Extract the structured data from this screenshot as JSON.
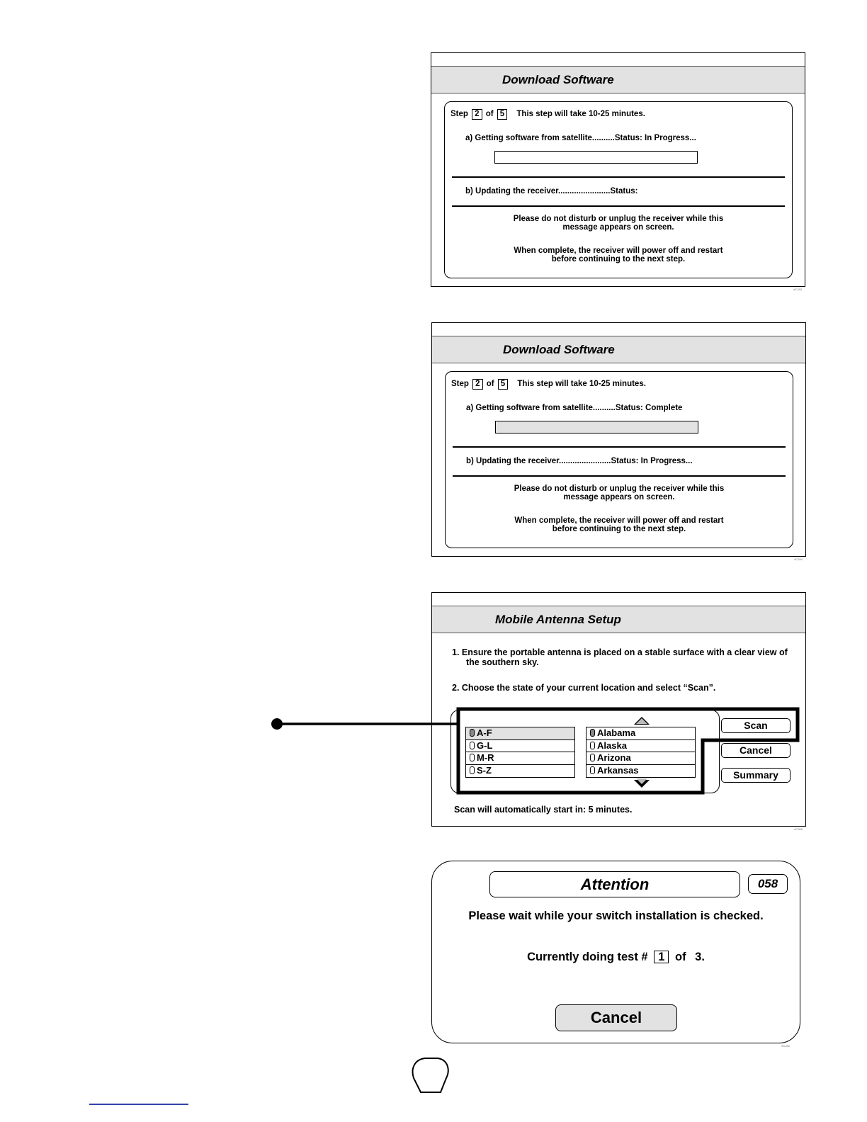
{
  "screen1": {
    "title": "Download Software",
    "step_label": "Step",
    "step_current": "2",
    "step_of": "of",
    "step_total": "5",
    "step_note": "This step will take 10-25 minutes.",
    "line_a": "a) Getting software from satellite..........Status:  In Progress...",
    "line_b": "b) Updating the receiver.......................Status:",
    "progress_fill": 0,
    "note1_line1": "Please do not disturb or unplug the receiver while this",
    "note1_line2": "message appears on screen.",
    "note2_line1": "When complete, the receiver will power off and restart",
    "note2_line2": "before continuing to the next step.",
    "code": "#C283"
  },
  "screen2": {
    "title": "Download Software",
    "step_label": "Step",
    "step_current": "2",
    "step_of": "of",
    "step_total": "5",
    "step_note": "This step will take 10-25 minutes.",
    "line_a": "a) Getting software from satellite..........Status:  Complete",
    "line_b": "b) Updating the receiver.......................Status:  In Progress...",
    "progress_fill": 1,
    "note1_line1": "Please do not disturb or unplug the receiver while this",
    "note1_line2": "message appears on screen.",
    "note2_line1": "When complete, the receiver will power off and restart",
    "note2_line2": "before continuing to the next step.",
    "code": "#C284"
  },
  "screen3": {
    "title": "Mobile Antenna Setup",
    "step1_line1": "1.  Ensure the portable antenna is placed on a stable surface with a clear view of",
    "step1_line2": "the southern sky.",
    "step2": "2.  Choose the state of your current location and select “Scan”.",
    "groups": [
      "A-F",
      "G-L",
      "M-R",
      "S-Z"
    ],
    "states": [
      "Alabama",
      "Alaska",
      "Arizona",
      "Arkansas"
    ],
    "buttons": {
      "scan": "Scan",
      "cancel": "Cancel",
      "summary": "Summary"
    },
    "footer": "Scan will automatically start in: 5 minutes.",
    "code": "#C366"
  },
  "screen4": {
    "title": "Attention",
    "code_badge": "058",
    "message": "Please wait while your switch installation is checked.",
    "test_prefix": "Currently doing test  #",
    "test_current": "1",
    "test_of": "of",
    "test_total": "3.",
    "cancel": "Cancel",
    "code": "#C282"
  }
}
